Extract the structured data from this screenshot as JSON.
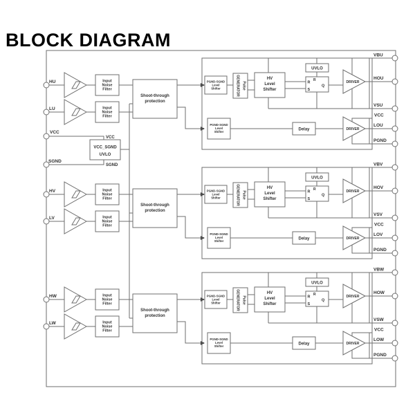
{
  "title": "BLOCK DIAGRAM",
  "labels": {
    "input_filter": [
      "Input",
      "Noise",
      "Filter"
    ],
    "shoot_through": [
      "Shoot-through",
      "protection"
    ],
    "pgnd_sgnd_shifter": [
      "PGND-SGND",
      "Level",
      "Shifter"
    ],
    "pulse_generator": [
      "Pulse",
      "GENERATOR"
    ],
    "hv_level_shifter": [
      "HV",
      "Level",
      "Shifter"
    ],
    "uvlo": "UVLO",
    "vcc_sgnd_uvlo": [
      "VCC_SGND",
      "UVLO"
    ],
    "driver": "DRIVER",
    "delay": "Delay",
    "latch_r": "R",
    "latch_s": "S",
    "latch_q": "Q",
    "latch_r_top": "R",
    "vcc": "VCC",
    "sgnd": "SGND"
  },
  "supply_pins": {
    "vcc": "VCC",
    "sgnd": "SGND",
    "vcc_tap": "VCC",
    "sgnd_tap": "SGND"
  },
  "channels": [
    {
      "in_h": "HU",
      "in_l": "LU",
      "vb": "VBU",
      "ho": "HOU",
      "vs": "VSU",
      "vcc": "VCC",
      "lo": "LOU",
      "pgnd": "PGND"
    },
    {
      "in_h": "HV",
      "in_l": "LV",
      "vb": "VBV",
      "ho": "HOV",
      "vs": "VSV",
      "vcc": "VCC",
      "lo": "LOV",
      "pgnd": "PGND"
    },
    {
      "in_h": "HW",
      "in_l": "LW",
      "vb": "VBW",
      "ho": "HOW",
      "vs": "VSW",
      "vcc": "VCC",
      "lo": "LOW",
      "pgnd": "PGND"
    }
  ]
}
